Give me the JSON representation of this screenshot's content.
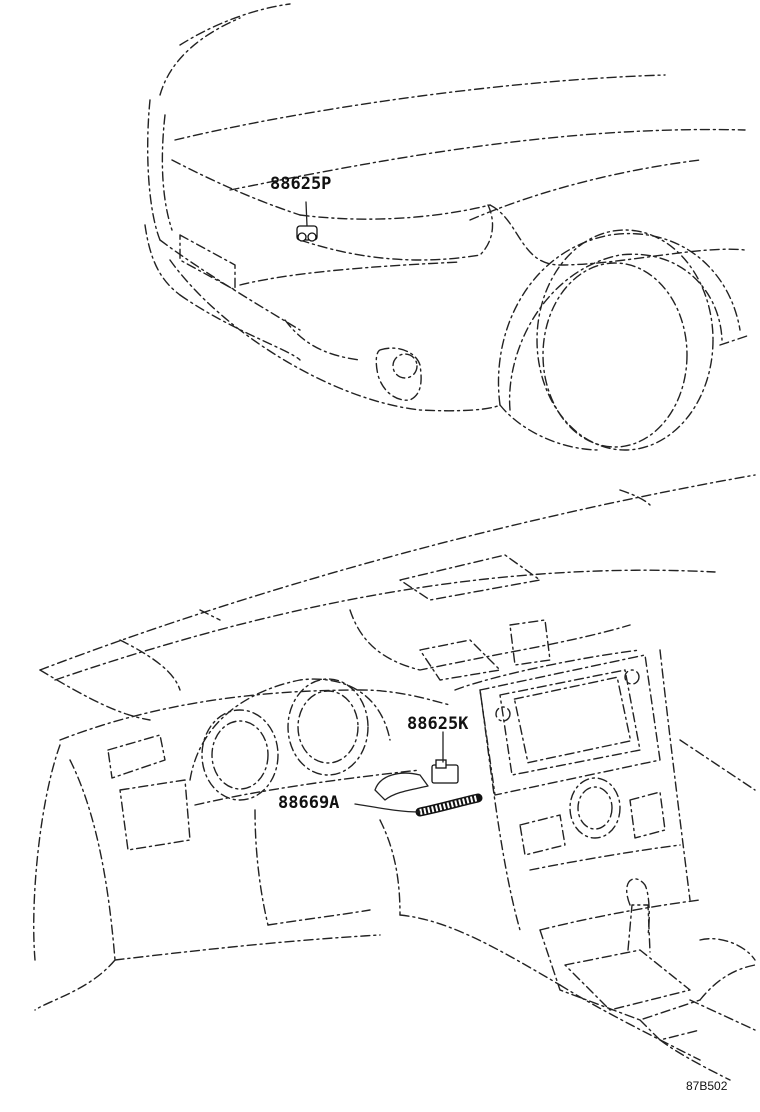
{
  "callouts": {
    "front_sensor": "88625P",
    "dash_sensor": "88625K",
    "hose": "88669A"
  },
  "figure_code": "87B502"
}
